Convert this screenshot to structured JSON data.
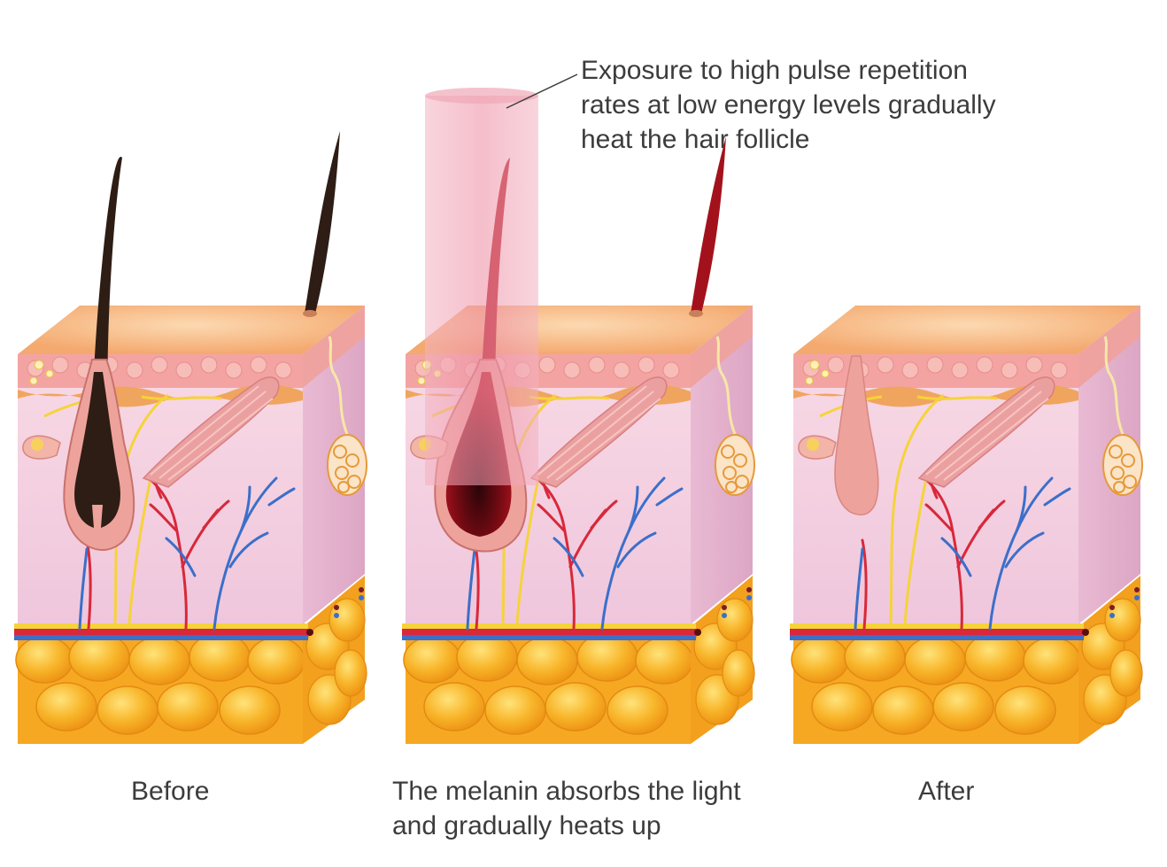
{
  "annotation": {
    "lines": [
      "Exposure to high pulse repetition",
      "rates at low energy levels gradually",
      "heat the hair follicle"
    ]
  },
  "panels": [
    {
      "caption": [
        "Before"
      ]
    },
    {
      "caption": [
        "The melanin absorbs the light",
        "and gradually heats up"
      ]
    },
    {
      "caption": [
        "After"
      ]
    }
  ],
  "colors": {
    "skin_top": "#f6b27d",
    "skin_top_highlight": "#fbd4a8",
    "epidermis": "#f4a7a3",
    "dermis": "#f2cfe1",
    "dermis_side": "#e6b3cd",
    "fat": "#f6a823",
    "fat_highlight": "#ffd54a",
    "artery": "#d8283a",
    "vein": "#3b6fc9",
    "nerve": "#f5d33a",
    "hair_before": "#2e1d14",
    "hair_heated": "#b1121e",
    "follicle": "#eda39c",
    "laser": "#f2a6b4",
    "text": "#3c3c3c"
  }
}
